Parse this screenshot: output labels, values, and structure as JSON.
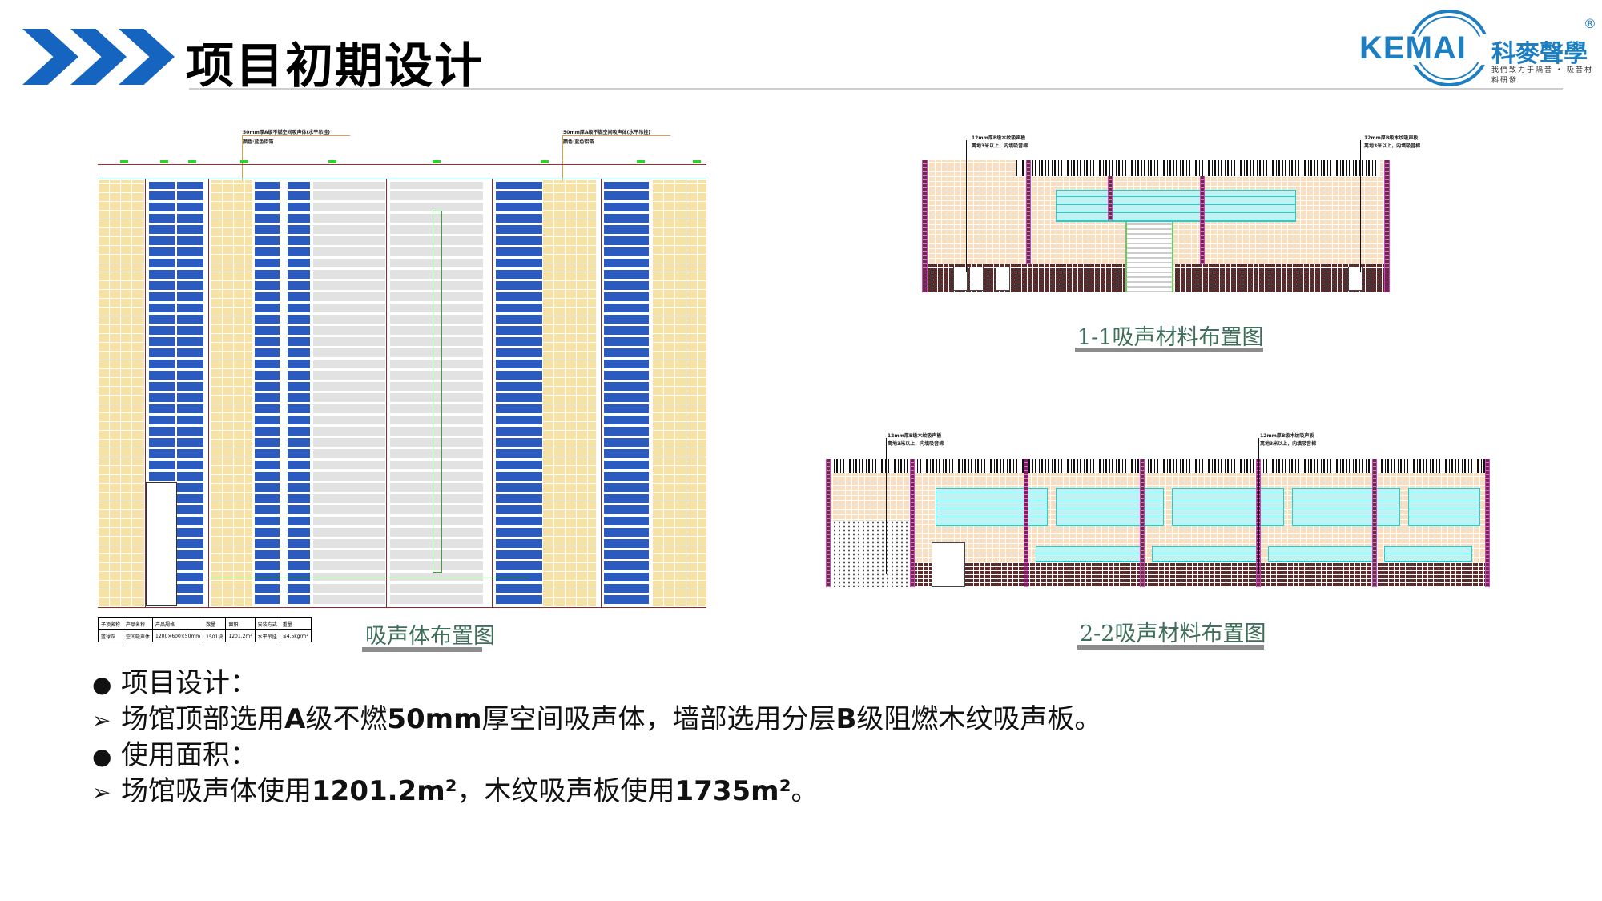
{
  "header": {
    "title": "项目初期设计"
  },
  "logo": {
    "brand": "KEMAI",
    "brand_cn": "科麥聲學",
    "slogan": "我們致力于隔音 • 吸音材料研發",
    "registered": "®"
  },
  "plan": {
    "caption": "吸声体布置图",
    "annotations": [
      {
        "line1": "50mm厚A级不燃空间吸声体(水平吊挂)",
        "line2": "颜色:蓝色铝箔"
      },
      {
        "line1": "50mm厚A级不燃空间吸声体(水平吊挂)",
        "line2": "颜色:蓝色铝箔"
      }
    ],
    "table": {
      "headers": [
        "子项名称",
        "产品名称",
        "产品规格",
        "数量",
        "面积",
        "安装方式",
        "重量"
      ],
      "rows": [
        [
          "篮球馆",
          "空间吸声体",
          "1200×600×50mm",
          "1501块",
          "1201.2m²",
          "水平吊挂",
          "≤4.5kg/m²"
        ]
      ]
    }
  },
  "elevation1": {
    "caption": "1-1吸声材料布置图",
    "annotations": [
      {
        "line1": "12mm厚B级木纹吸声板",
        "line2": "离地3米以上，内填吸音棉"
      },
      {
        "line1": "12mm厚B级木纹吸声板",
        "line2": "离地3米以上，内填吸音棉"
      }
    ]
  },
  "elevation2": {
    "caption": "2-2吸声材料布置图",
    "annotations": [
      {
        "line1": "12mm厚B级木纹吸声板",
        "line2": "离地3米以上，内填吸音棉"
      },
      {
        "line1": "12mm厚B级木纹吸声板",
        "line2": "离地3米以上，内填吸音棉"
      }
    ]
  },
  "bullets": [
    {
      "marker": "●",
      "parts": [
        {
          "t": "项目设计："
        }
      ]
    },
    {
      "marker": "➢",
      "parts": [
        {
          "t": "场馆顶部选用"
        },
        {
          "t": "A",
          "b": 1
        },
        {
          "t": "级不燃"
        },
        {
          "t": "50mm",
          "b": 1
        },
        {
          "t": "厚空间吸声体，墙部选用分层"
        },
        {
          "t": "B",
          "b": 1
        },
        {
          "t": "级阻燃木纹吸声板。"
        }
      ]
    },
    {
      "marker": "●",
      "parts": [
        {
          "t": "使用面积："
        }
      ]
    },
    {
      "marker": "➢",
      "parts": [
        {
          "t": "场馆吸声体使用"
        },
        {
          "t": "1201.2m²",
          "b": 1
        },
        {
          "t": "，木纹吸声板使用"
        },
        {
          "t": "1735m²",
          "b": 1
        },
        {
          "t": "。"
        }
      ]
    }
  ]
}
